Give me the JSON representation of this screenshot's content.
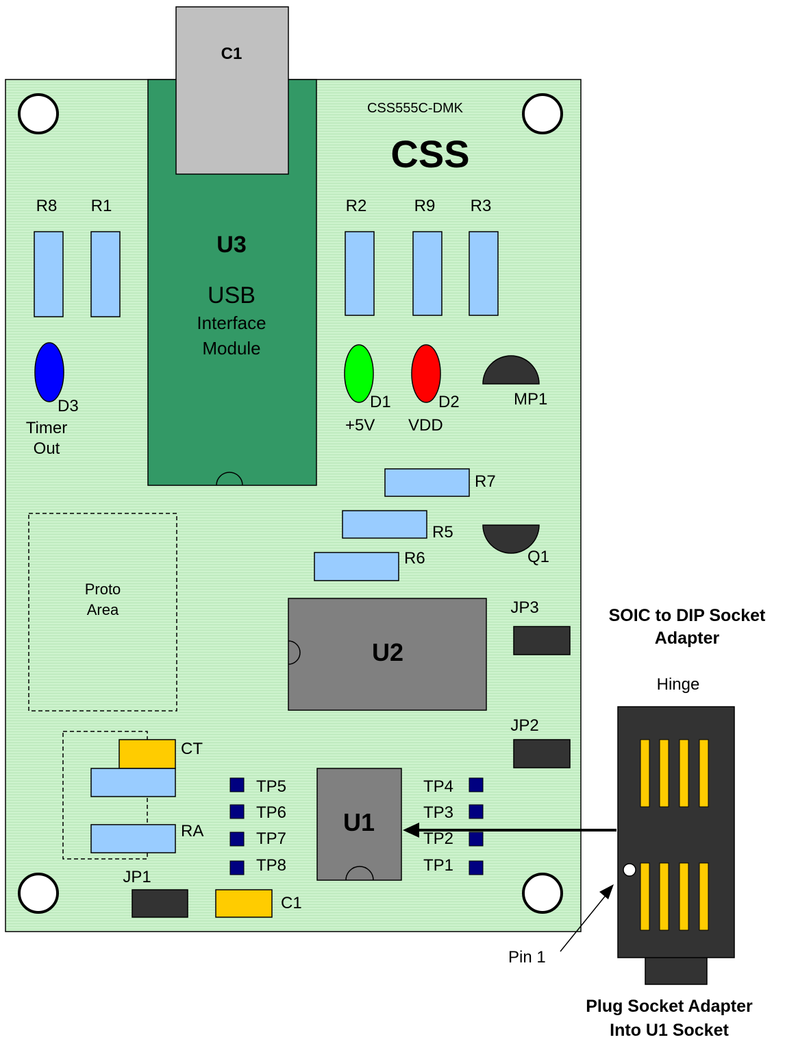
{
  "board": {
    "model": "CSS555C-DMK",
    "logo": "CSS"
  },
  "components": {
    "c1_top": "C1",
    "u3_name": "U3",
    "u3_line1": "USB",
    "u3_line2": "Interface",
    "u3_line3": "Module",
    "r8": "R8",
    "r1": "R1",
    "r2": "R2",
    "r9": "R9",
    "r3": "R3",
    "d3": "D3",
    "d3_caption1": "Timer",
    "d3_caption2": "Out",
    "d1": "D1",
    "d1_caption": "+5V",
    "d2": "D2",
    "d2_caption": "VDD",
    "mp1": "MP1",
    "r7": "R7",
    "r5": "R5",
    "r6": "R6",
    "q1": "Q1",
    "proto1": "Proto",
    "proto2": "Area",
    "u2": "U2",
    "jp3": "JP3",
    "jp2": "JP2",
    "jp1": "JP1",
    "ct": "CT",
    "ra": "RA",
    "u1": "U1",
    "c1_bottom": "C1",
    "tp5": "TP5",
    "tp6": "TP6",
    "tp7": "TP7",
    "tp8": "TP8",
    "tp4": "TP4",
    "tp3": "TP3",
    "tp2": "TP2",
    "tp1": "TP1"
  },
  "adapter": {
    "title1": "SOIC to DIP Socket",
    "title2": "Adapter",
    "hinge": "Hinge",
    "pin1": "Pin 1",
    "caption1": "Plug Socket Adapter",
    "caption2": "Into U1 Socket"
  },
  "colors": {
    "board": "#ccf2cc",
    "usb_module": "#339966",
    "connector": "#c0c0c0",
    "resistor": "#99ccff",
    "chip": "#808080",
    "jumper": "#333333",
    "capacitor": "#ffcc00",
    "test_point": "#000080",
    "led_blue": "#0000ff",
    "led_green": "#00ff00",
    "led_red": "#ff0000"
  }
}
